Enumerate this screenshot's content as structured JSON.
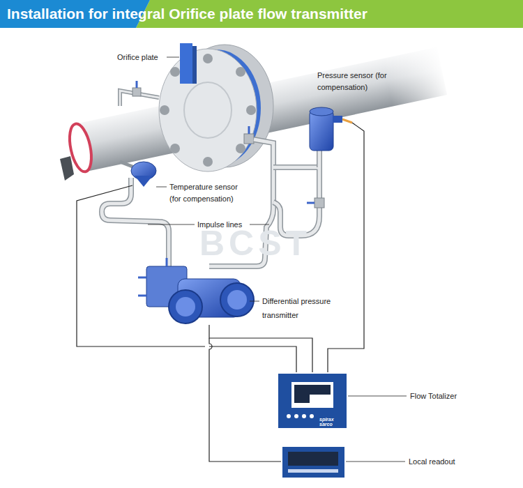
{
  "diagram": {
    "title": "Installation for integral Orifice plate flow transmitter",
    "labels": [
      "Orifice plate",
      "Pressure sensor (for compensation)",
      "Temperature sensor (for compensation)",
      "Impulse lines",
      "Differential pressure transmitter",
      "Flow Totalizer",
      "Local readout",
      "spirax sarco",
      "BCST"
    ]
  }
}
